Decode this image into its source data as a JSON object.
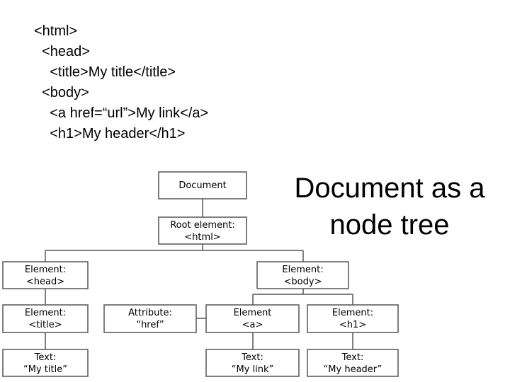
{
  "code": {
    "lines": [
      "<html>",
      "  <head>",
      "    <title>My title</title>",
      "  <body>",
      "    <a href=“url”>My link</a>",
      "    <h1>My header</h1>"
    ]
  },
  "heading": {
    "line1": "Document as a",
    "line2": "node tree"
  },
  "tree": {
    "nodes": [
      {
        "id": "document",
        "line1": "Document",
        "line2": ""
      },
      {
        "id": "root-element",
        "line1": "Root element:",
        "line2": "<html>"
      },
      {
        "id": "element-head",
        "line1": "Element:",
        "line2": "<head>"
      },
      {
        "id": "element-body",
        "line1": "Element:",
        "line2": "<body>"
      },
      {
        "id": "element-title",
        "line1": "Element:",
        "line2": "<title>"
      },
      {
        "id": "attribute-href",
        "line1": "Attribute:",
        "line2": "“href”"
      },
      {
        "id": "element-a",
        "line1": "Element",
        "line2": "<a>"
      },
      {
        "id": "element-h1",
        "line1": "Element:",
        "line2": "<h1>"
      },
      {
        "id": "text-my-title",
        "line1": "Text:",
        "line2": "“My title”"
      },
      {
        "id": "text-my-link",
        "line1": "Text:",
        "line2": "“My link”"
      },
      {
        "id": "text-my-header",
        "line1": "Text:",
        "line2": "“My header”"
      }
    ]
  }
}
